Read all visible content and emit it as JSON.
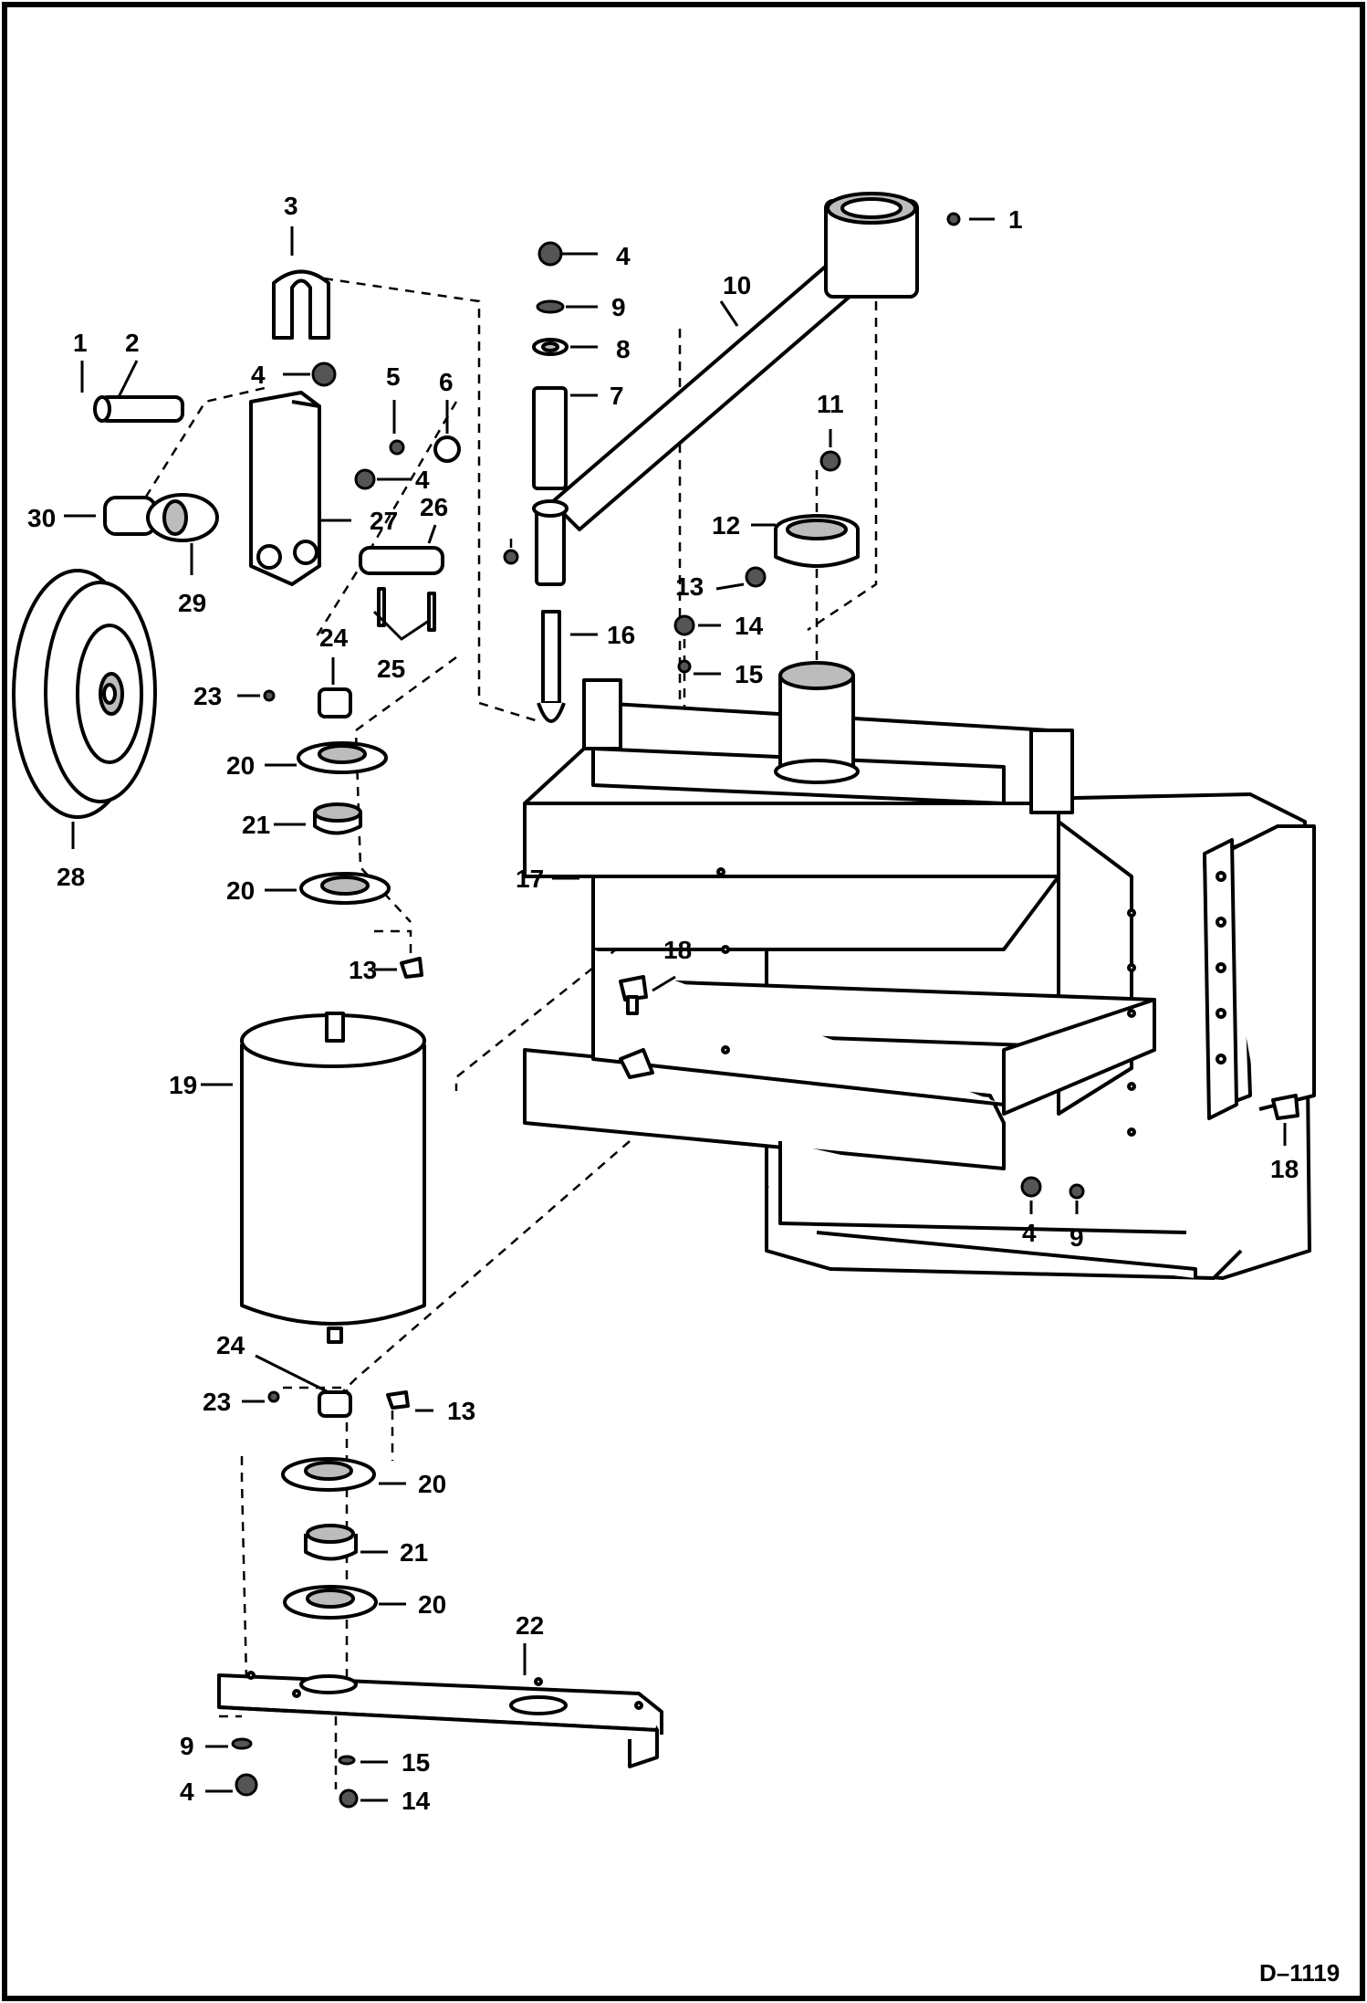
{
  "drawing_id": "D–1119",
  "callouts": [
    {
      "id": "c1a",
      "text": "1"
    },
    {
      "id": "c1b",
      "text": "1"
    },
    {
      "id": "c2",
      "text": "2"
    },
    {
      "id": "c3",
      "text": "3"
    },
    {
      "id": "c4a",
      "text": "4"
    },
    {
      "id": "c4b",
      "text": "4"
    },
    {
      "id": "c4c",
      "text": "4"
    },
    {
      "id": "c4d",
      "text": "4"
    },
    {
      "id": "c4e",
      "text": "4"
    },
    {
      "id": "c5",
      "text": "5"
    },
    {
      "id": "c6",
      "text": "6"
    },
    {
      "id": "c7",
      "text": "7"
    },
    {
      "id": "c8",
      "text": "8"
    },
    {
      "id": "c9a",
      "text": "9"
    },
    {
      "id": "c9b",
      "text": "9"
    },
    {
      "id": "c9c",
      "text": "9"
    },
    {
      "id": "c10",
      "text": "10"
    },
    {
      "id": "c11",
      "text": "11"
    },
    {
      "id": "c12",
      "text": "12"
    },
    {
      "id": "c13a",
      "text": "13"
    },
    {
      "id": "c13b",
      "text": "13"
    },
    {
      "id": "c13c",
      "text": "13"
    },
    {
      "id": "c14a",
      "text": "14"
    },
    {
      "id": "c14b",
      "text": "14"
    },
    {
      "id": "c15a",
      "text": "15"
    },
    {
      "id": "c15b",
      "text": "15"
    },
    {
      "id": "c16",
      "text": "16"
    },
    {
      "id": "c17",
      "text": "17"
    },
    {
      "id": "c18a",
      "text": "18"
    },
    {
      "id": "c18b",
      "text": "18"
    },
    {
      "id": "c19",
      "text": "19"
    },
    {
      "id": "c20a",
      "text": "20"
    },
    {
      "id": "c20b",
      "text": "20"
    },
    {
      "id": "c20c",
      "text": "20"
    },
    {
      "id": "c20d",
      "text": "20"
    },
    {
      "id": "c21a",
      "text": "21"
    },
    {
      "id": "c21b",
      "text": "21"
    },
    {
      "id": "c22",
      "text": "22"
    },
    {
      "id": "c23a",
      "text": "23"
    },
    {
      "id": "c23b",
      "text": "23"
    },
    {
      "id": "c24a",
      "text": "24"
    },
    {
      "id": "c24b",
      "text": "24"
    },
    {
      "id": "c25",
      "text": "25"
    },
    {
      "id": "c26",
      "text": "26"
    },
    {
      "id": "c27",
      "text": "27"
    },
    {
      "id": "c28",
      "text": "28"
    },
    {
      "id": "c29",
      "text": "29"
    },
    {
      "id": "c30",
      "text": "30"
    }
  ]
}
